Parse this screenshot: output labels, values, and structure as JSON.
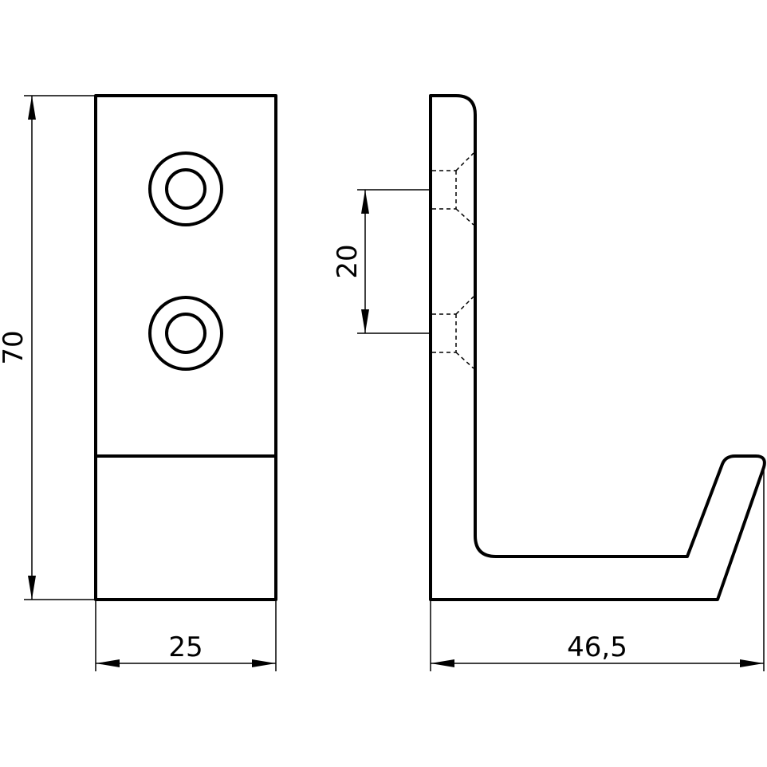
{
  "drawing": {
    "dimensions": {
      "height": "70",
      "width_front": "25",
      "hole_spacing": "20",
      "depth_side": "46,5"
    }
  }
}
